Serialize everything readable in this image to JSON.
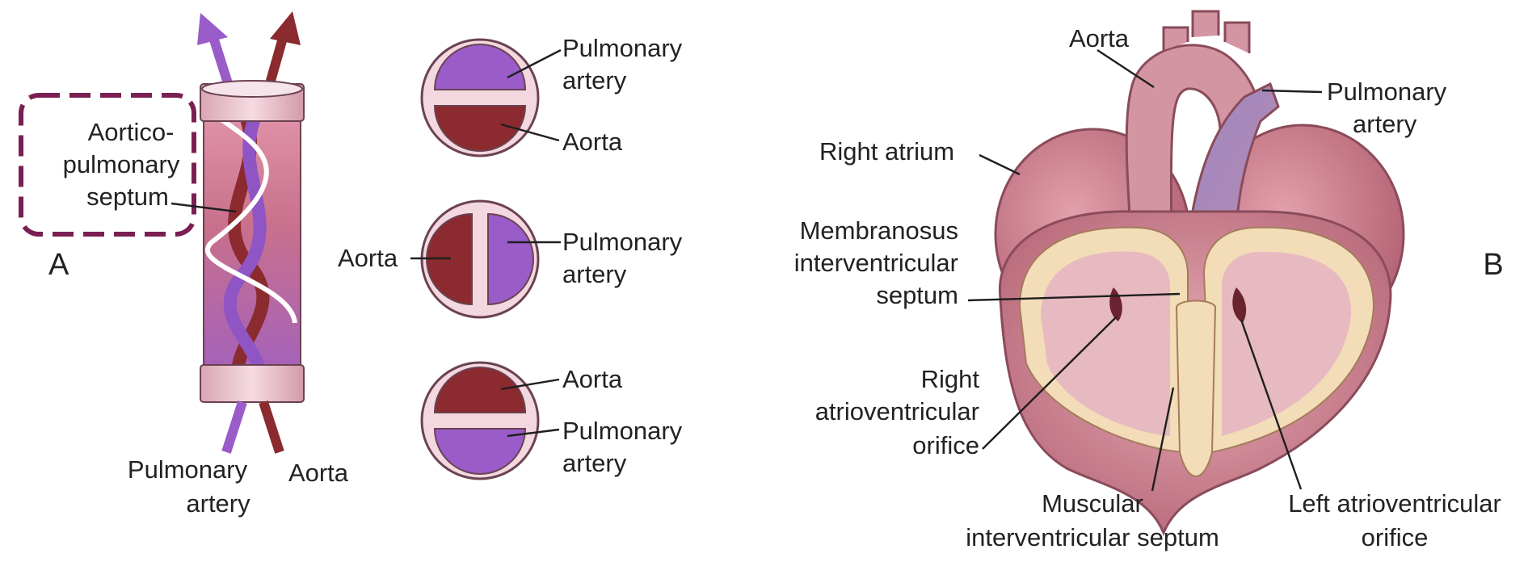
{
  "colors": {
    "aorta": "#8b2a2f",
    "pulmonary": "#9a5cc9",
    "pink": "#e9b3c0",
    "heart": "#cf8a98",
    "cream": "#f3dcb8",
    "highlight_box": "#7a1f52"
  },
  "panelA": {
    "letter": "A",
    "septum_label": [
      "Aortico-",
      "pulmonary",
      "septum"
    ],
    "bottom_left_label": [
      "Pulmonary",
      "artery"
    ],
    "bottom_right_label": "Aorta"
  },
  "sections": {
    "top": {
      "upper": [
        "Pulmonary",
        "artery"
      ],
      "lower": "Aorta"
    },
    "middle": {
      "left": "Aorta",
      "right": [
        "Pulmonary",
        "artery"
      ]
    },
    "bottom": {
      "upper": "Aorta",
      "lower": [
        "Pulmonary",
        "artery"
      ]
    }
  },
  "panelB": {
    "letter": "B",
    "aorta": "Aorta",
    "pulmonary_artery": [
      "Pulmonary",
      "artery"
    ],
    "right_atrium": "Right atrium",
    "membranous_septum": [
      "Membranosus",
      "interventricular",
      "septum"
    ],
    "right_av_orifice": [
      "Right",
      "atrioventricular",
      "orifice"
    ],
    "muscular_septum": [
      "Muscular",
      "interventricular septum"
    ],
    "left_av_orifice": [
      "Left atrioventricular",
      "orifice"
    ]
  }
}
